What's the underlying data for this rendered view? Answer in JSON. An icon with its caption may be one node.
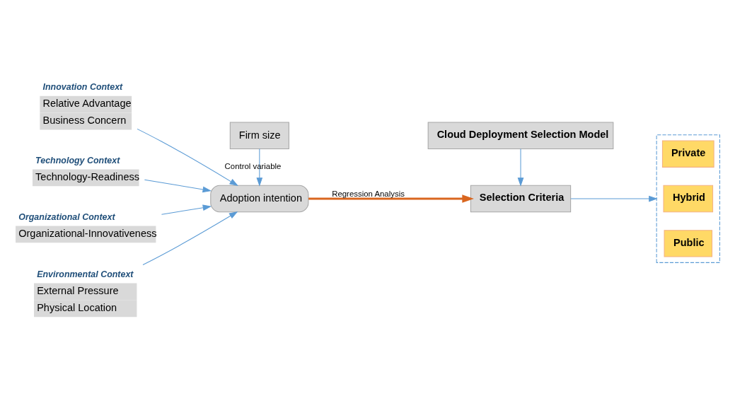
{
  "diagram": {
    "nodes": [
      {
        "text": [
          "Innovation Context",
          "Relative Advantage",
          "Business Concern"
        ]
      },
      {
        "text": [
          "Technology Context",
          "Technology-Readiness"
        ]
      },
      {
        "text": [
          "Organizational Context",
          "Organizational-Innovativeness"
        ]
      },
      {
        "text": [
          "Environmental Context",
          "External Pressure",
          "Physical Location"
        ]
      },
      {
        "text": [
          "Adoption intention"
        ]
      },
      {
        "text": [
          "Firm size"
        ]
      },
      {
        "text": [
          "Cloud Deployment Selection Model"
        ]
      },
      {
        "text": [
          "Selection Criteria"
        ]
      },
      {
        "text": [],
        "shape": "box"
      },
      {
        "text": [
          "Private"
        ],
        "in": 8
      },
      {
        "text": [
          "Hybrid"
        ],
        "in": 8
      },
      {
        "text": [
          "Public"
        ],
        "in": 8
      }
    ],
    "edges": [
      {
        "from": 0,
        "to": 4,
        "arrow": "to"
      },
      {
        "from": 1,
        "to": 4,
        "arrow": "to"
      },
      {
        "from": 2,
        "to": 4,
        "arrow": "to"
      },
      {
        "from": 3,
        "to": 4,
        "arrow": "to"
      },
      {
        "from": 5,
        "to": 4,
        "arrow": "to",
        "label": "Control variable"
      },
      {
        "from": 4,
        "to": 7,
        "arrow": "to",
        "label": "Regression Analysis",
        "style": "thick",
        "color": "#d9661f"
      },
      {
        "from": 6,
        "to": 7,
        "arrow": "to"
      },
      {
        "from": 7,
        "to": 8,
        "arrow": "to"
      }
    ]
  }
}
